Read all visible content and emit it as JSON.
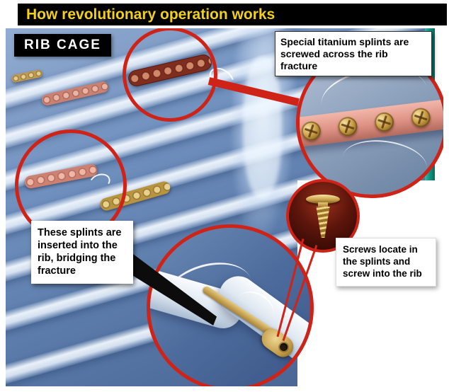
{
  "header": {
    "title": "How revolutionary operation works"
  },
  "labels": {
    "rib_cage": "RIB CAGE",
    "splints_note": "Special titanium splints are screwed across the rib fracture",
    "inserted_note": "These splints are inserted into the rib, bridging the fracture",
    "screws_note": "Screws locate in the splints and screw into the rib"
  },
  "colors": {
    "header_bg": "#000000",
    "header_text": "#f2d01a",
    "callout_red": "#cf2318",
    "photo_blue": "#5a7aa9",
    "teal_strip": "#0d8f80",
    "splint_pink": "#dd9184",
    "splint_dark_red": "#7e2d1e",
    "screw_gold": "#caa24a"
  }
}
